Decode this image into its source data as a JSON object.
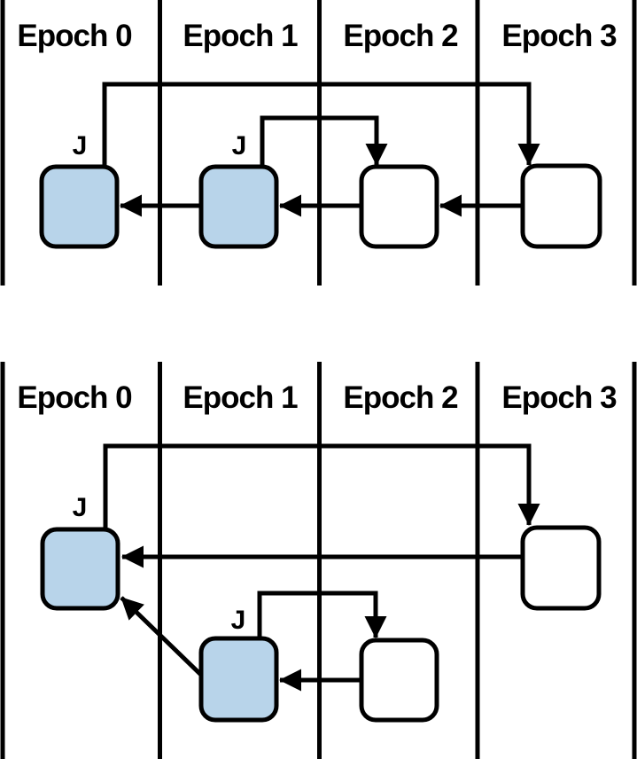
{
  "colors": {
    "background": "#ffffff",
    "line": "#000000",
    "journal_node_fill": "#b8d4ea",
    "plain_node_fill": "#ffffff"
  },
  "diagram_top": {
    "epoch_headers": [
      "Epoch 0",
      "Epoch 1",
      "Epoch 2",
      "Epoch 3"
    ],
    "nodes": [
      {
        "epoch": "Epoch 0",
        "journaled": true,
        "marker": "J"
      },
      {
        "epoch": "Epoch 1",
        "journaled": true,
        "marker": "J"
      },
      {
        "epoch": "Epoch 2",
        "journaled": false,
        "marker": ""
      },
      {
        "epoch": "Epoch 3",
        "journaled": false,
        "marker": ""
      }
    ],
    "arrows": [
      {
        "from": "epoch0-journal",
        "to": "epoch3-node",
        "shape": "elbow-over-top"
      },
      {
        "from": "epoch1-journal",
        "to": "epoch2-node",
        "shape": "elbow-over-top"
      },
      {
        "from": "epoch1-node",
        "to": "epoch0-node",
        "shape": "horizontal-left"
      },
      {
        "from": "epoch2-node",
        "to": "epoch1-node",
        "shape": "horizontal-left"
      },
      {
        "from": "epoch3-node",
        "to": "epoch2-node",
        "shape": "horizontal-left"
      }
    ]
  },
  "diagram_bottom": {
    "epoch_headers": [
      "Epoch 0",
      "Epoch 1",
      "Epoch 2",
      "Epoch 3"
    ],
    "nodes": [
      {
        "epoch": "Epoch 0",
        "journaled": true,
        "marker": "J"
      },
      {
        "epoch": "Epoch 1",
        "journaled": true,
        "marker": "J"
      },
      {
        "epoch": "Epoch 2",
        "journaled": false,
        "marker": ""
      },
      {
        "epoch": "Epoch 3",
        "journaled": false,
        "marker": ""
      }
    ],
    "arrows": [
      {
        "from": "epoch0-journal",
        "to": "epoch3-node",
        "shape": "elbow-over-top"
      },
      {
        "from": "epoch3-node",
        "to": "epoch0-node",
        "shape": "horizontal-left"
      },
      {
        "from": "epoch1-journal",
        "to": "epoch2-node",
        "shape": "elbow-over-top"
      },
      {
        "from": "epoch2-node",
        "to": "epoch1-node",
        "shape": "horizontal-left"
      },
      {
        "from": "epoch1-node",
        "to": "epoch0-node",
        "shape": "diagonal-up-left"
      }
    ]
  }
}
